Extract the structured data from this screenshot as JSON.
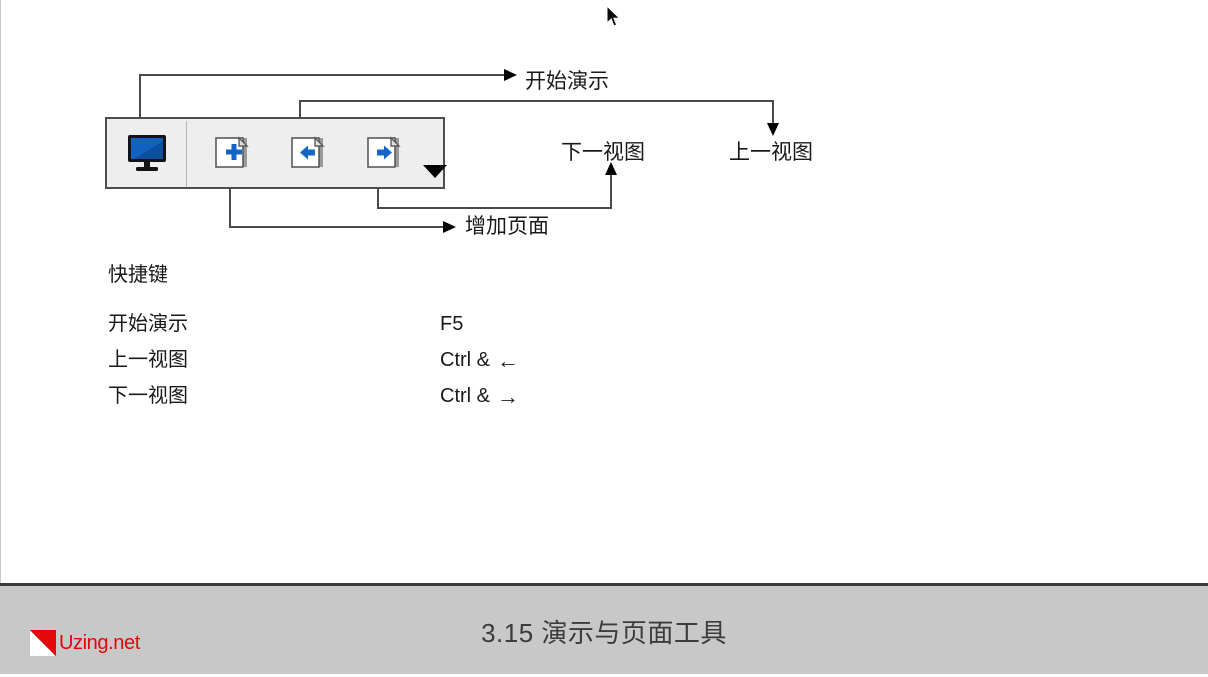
{
  "slide": {
    "toolbar": {
      "name": "presentation-and-page-toolbar",
      "buttons": [
        {
          "id": "start-presentation",
          "icon": "monitor-icon",
          "tooltip": "开始演示"
        },
        {
          "id": "add-page",
          "icon": "page-add-icon",
          "tooltip": "增加页面"
        },
        {
          "id": "previous-view",
          "icon": "page-previous-icon",
          "tooltip": "上一视图"
        },
        {
          "id": "next-view",
          "icon": "page-next-icon",
          "tooltip": "下一视图"
        }
      ],
      "overflow_label": "dropdown-caret-icon"
    },
    "callouts": {
      "start_presentation": "开始演示",
      "previous_view": "上一视图",
      "next_view": "下一视图",
      "add_page": "增加页面"
    },
    "shortcuts": {
      "heading": "快捷键",
      "rows": [
        {
          "action": "开始演示",
          "key": "F5",
          "glyph": ""
        },
        {
          "action": "上一视图",
          "key": "Ctrl &",
          "glyph": "←"
        },
        {
          "action": "下一视图",
          "key": "Ctrl &",
          "glyph": "→"
        }
      ]
    }
  },
  "footer": {
    "logo_text": "Uzing.net",
    "title": "3.15 演示与页面工具",
    "accent_color": "#e2070b",
    "background_color": "#c8c8c8"
  }
}
